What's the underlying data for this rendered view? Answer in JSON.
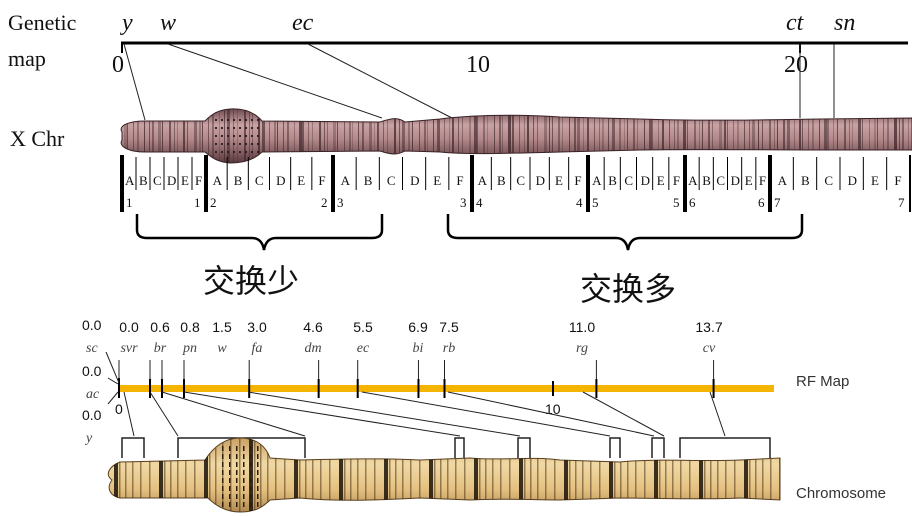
{
  "top": {
    "title_line1": "Genetic",
    "title_line2": "map",
    "chr_label": "X Chr",
    "scale": [
      "0",
      "10",
      "20"
    ],
    "genes": [
      "y",
      "w",
      "ec",
      "ct",
      "sn"
    ],
    "bands": [
      "A",
      "B",
      "C",
      "D",
      "E",
      "F",
      "A",
      "B",
      "C",
      "D",
      "E",
      "F",
      "A",
      "B",
      "C",
      "D",
      "E",
      "F",
      "A",
      "B",
      "C",
      "D",
      "E",
      "F",
      "A",
      "B",
      "C",
      "D",
      "E",
      "F",
      "A",
      "B",
      "C",
      "D",
      "E",
      "F",
      "A",
      "B",
      "C",
      "D",
      "E",
      "F"
    ],
    "division_numbers": [
      "1",
      "1",
      "2",
      "2",
      "3",
      "3",
      "4",
      "4",
      "5",
      "5",
      "6",
      "6",
      "7",
      "7"
    ],
    "brace_left_label": "交换少",
    "brace_right_label": "交换多"
  },
  "bottom": {
    "rf_label": "RF Map",
    "chromosome_label": "Chromosome",
    "left_loci": [
      {
        "value": "0.0",
        "gene": "sc"
      },
      {
        "value": "0.0",
        "gene": "ac"
      },
      {
        "value": "0.0",
        "gene": "y"
      }
    ],
    "loci": [
      {
        "value": "0.0",
        "gene": "svr"
      },
      {
        "value": "0.6",
        "gene": "br"
      },
      {
        "value": "0.8",
        "gene": "pn"
      },
      {
        "value": "1.5",
        "gene": "w"
      },
      {
        "value": "3.0",
        "gene": "fa"
      },
      {
        "value": "4.6",
        "gene": "dm"
      },
      {
        "value": "5.5",
        "gene": "ec"
      },
      {
        "value": "6.9",
        "gene": "bi"
      },
      {
        "value": "7.5",
        "gene": "rb"
      },
      {
        "value": "11.0",
        "gene": "rg"
      },
      {
        "value": "13.7",
        "gene": "cv"
      }
    ],
    "scale": [
      "0",
      "10"
    ]
  },
  "colors": {
    "top_chromosome": "#b58c8e",
    "rf_bar": "#f5b400",
    "bottom_chromosome": "#e9c98c"
  }
}
